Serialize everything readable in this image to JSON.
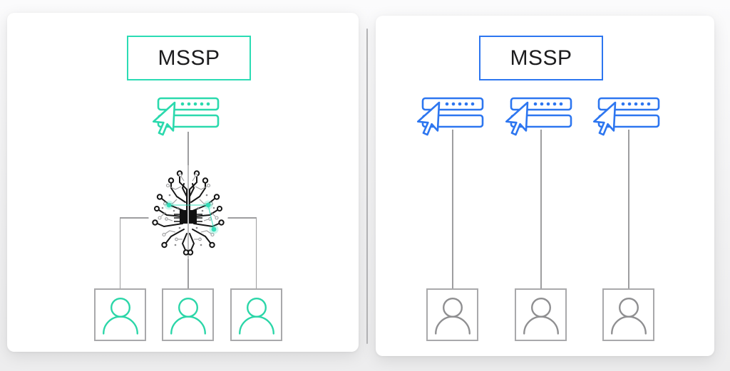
{
  "diagram": {
    "description": "Comparison of MSSP architectures: single AI-driven console serving multiple clients (left) versus separate consoles per client (right)",
    "left_panel": {
      "title": "MSSP",
      "accent_color": "#2bd9ad",
      "console_icon": "server-with-cursor-icon",
      "ai_icon": "ai-circuit-brain-icon",
      "console_count": 1,
      "client_count": 3,
      "client_icon": "person-icon"
    },
    "right_panel": {
      "title": "MSSP",
      "accent_color": "#2d76f0",
      "console_icon": "server-with-cursor-icon",
      "console_count": 3,
      "client_count": 3,
      "client_icon": "person-icon"
    },
    "colors": {
      "teal_accent": "#2bd9ad",
      "blue_accent": "#2d76f0",
      "connector_gray": "#9e9ea0",
      "client_box_border": "#a9a9ab",
      "client_person_gray": "#8f8f91",
      "divider": "#b7b7b9",
      "card_background": "#ffffff",
      "page_background": "#f2f2f3",
      "title_text": "#1c1c1e",
      "brain_circuit": "#161616"
    }
  }
}
